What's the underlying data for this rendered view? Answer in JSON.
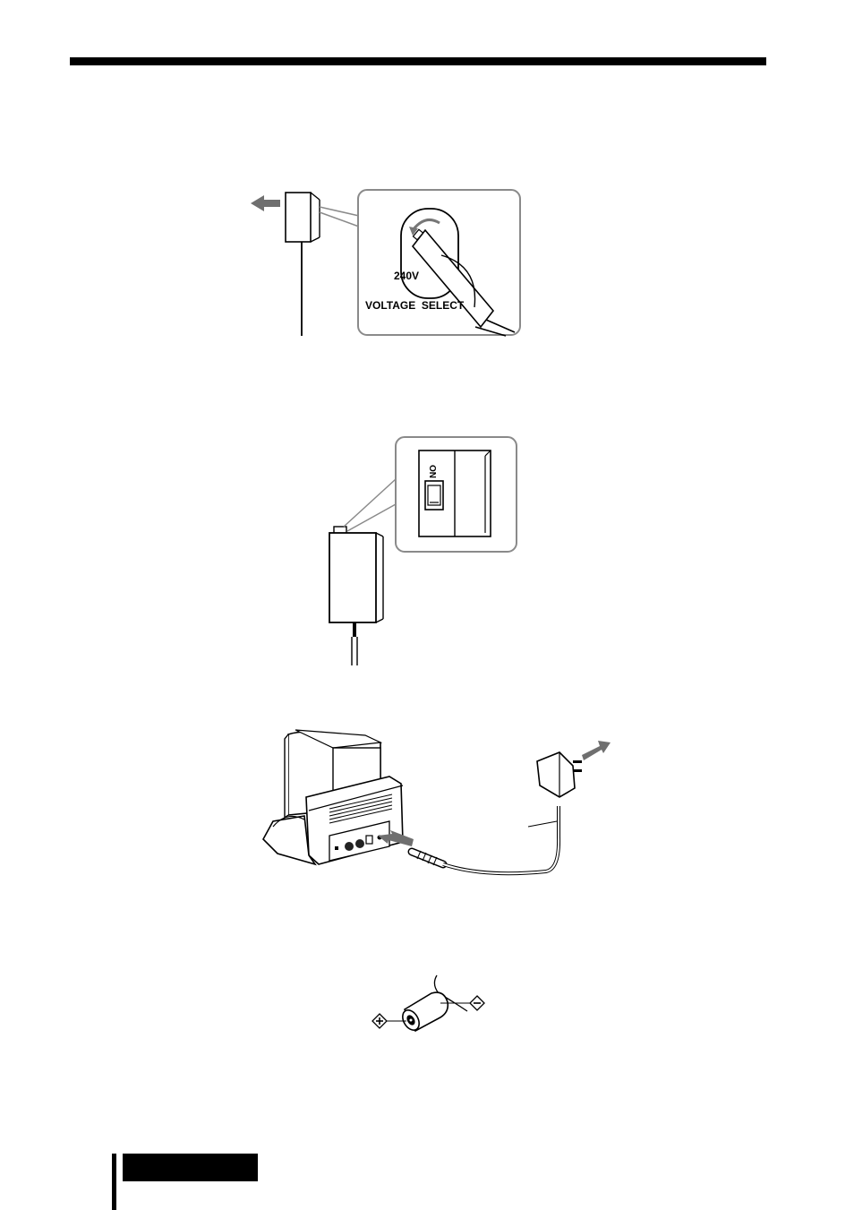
{
  "figure1": {
    "dial_label": "240V",
    "selector_label": "VOLTAGE  SELECT"
  },
  "figure2": {
    "switch_label": "ON"
  },
  "colors": {
    "ink": "#000000",
    "arrow": "#6f6f6f",
    "inset_border": "#8a8a8a"
  }
}
